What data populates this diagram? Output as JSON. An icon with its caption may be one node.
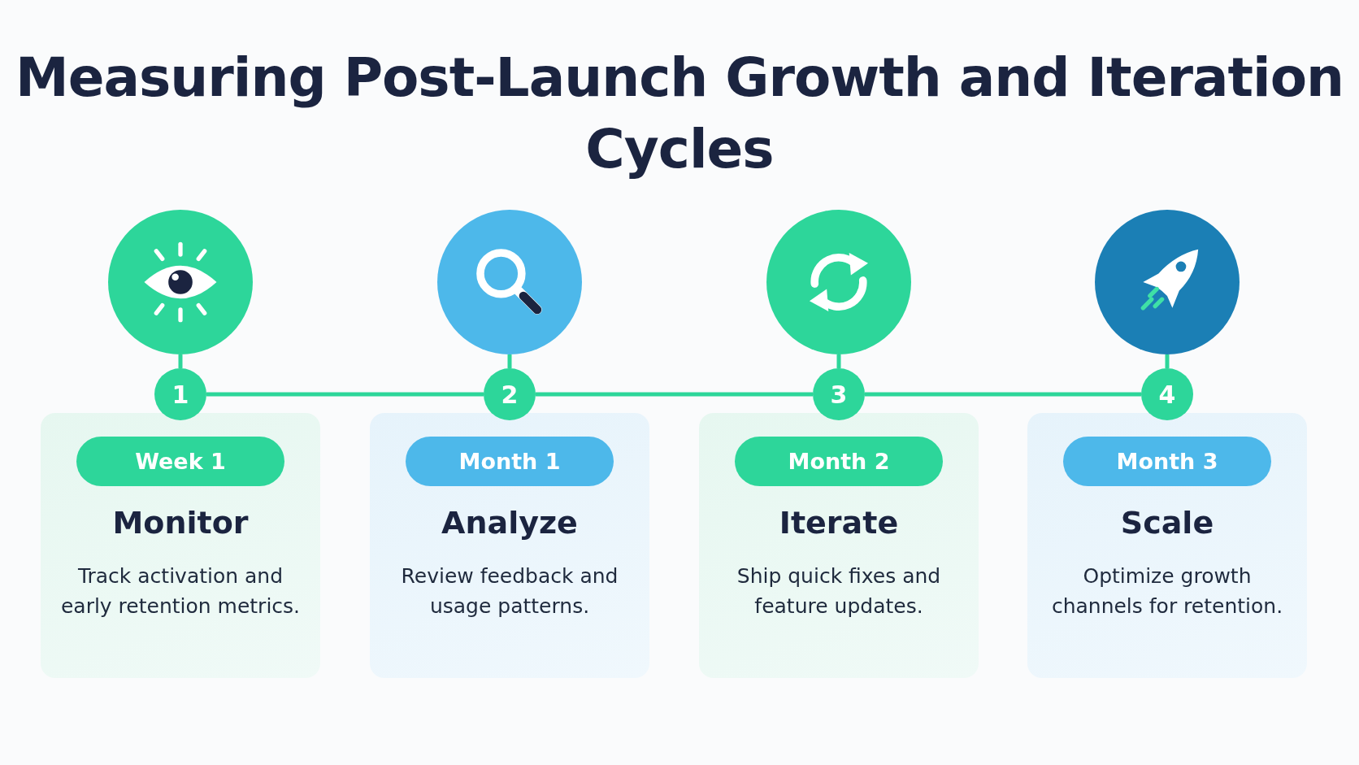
{
  "diagram": {
    "title": "Measuring Post-Launch **Growth and Iteration Cycles**",
    "nodes": [
      {
        "text": [],
        "shape": "circle"
      },
      {
        "text": [],
        "shape": "circle"
      },
      {
        "text": [],
        "shape": "circle"
      },
      {
        "text": [],
        "shape": "circle"
      },
      {
        "text": [
          "1"
        ]
      },
      {
        "text": [
          "2"
        ]
      },
      {
        "text": [
          "3"
        ]
      },
      {
        "text": [
          "4"
        ]
      },
      {
        "text": [
          "Monitor",
          "Track activation and early retention metrics."
        ]
      },
      {
        "text": [
          "Week 1"
        ],
        "in": 8
      },
      {
        "text": [
          "Analyze",
          "Review feedback and usage patterns."
        ]
      },
      {
        "text": [
          "Month 1"
        ],
        "in": 10
      },
      {
        "text": [
          "Iterate",
          "Ship quick fixes and feature updates."
        ]
      },
      {
        "text": [
          "Month 2"
        ],
        "in": 12
      },
      {
        "text": [
          "Scale",
          "Optimize growth channels for retention."
        ]
      },
      {
        "text": [
          "Month 3"
        ],
        "in": 14
      }
    ],
    "edges": [
      {
        "from": 0,
        "to": 4,
        "arrow": "none"
      },
      {
        "from": 1,
        "to": 5,
        "arrow": "none"
      },
      {
        "from": 2,
        "to": 6,
        "arrow": "none"
      },
      {
        "from": 3,
        "to": 7,
        "arrow": "none"
      },
      {
        "from": 4,
        "to": 5,
        "arrow": "none"
      },
      {
        "from": 5,
        "to": 6,
        "arrow": "none"
      },
      {
        "from": 6,
        "to": 7,
        "arrow": "none"
      }
    ]
  }
}
